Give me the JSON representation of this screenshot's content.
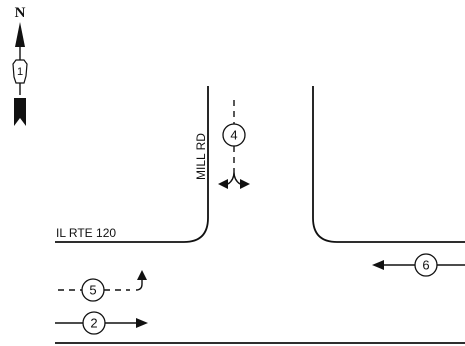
{
  "north_arrow": {
    "letter": "N",
    "number": "1"
  },
  "streets": {
    "mill_rd": "MILL RD",
    "il_rte_120": "IL RTE 120"
  },
  "movements": [
    {
      "id": "4",
      "direction": "southbound",
      "style": "dashed"
    },
    {
      "id": "5",
      "direction": "eastbound-left-turn",
      "style": "dashed"
    },
    {
      "id": "2",
      "direction": "eastbound-through",
      "style": "solid"
    },
    {
      "id": "6",
      "direction": "westbound-through",
      "style": "solid"
    }
  ]
}
